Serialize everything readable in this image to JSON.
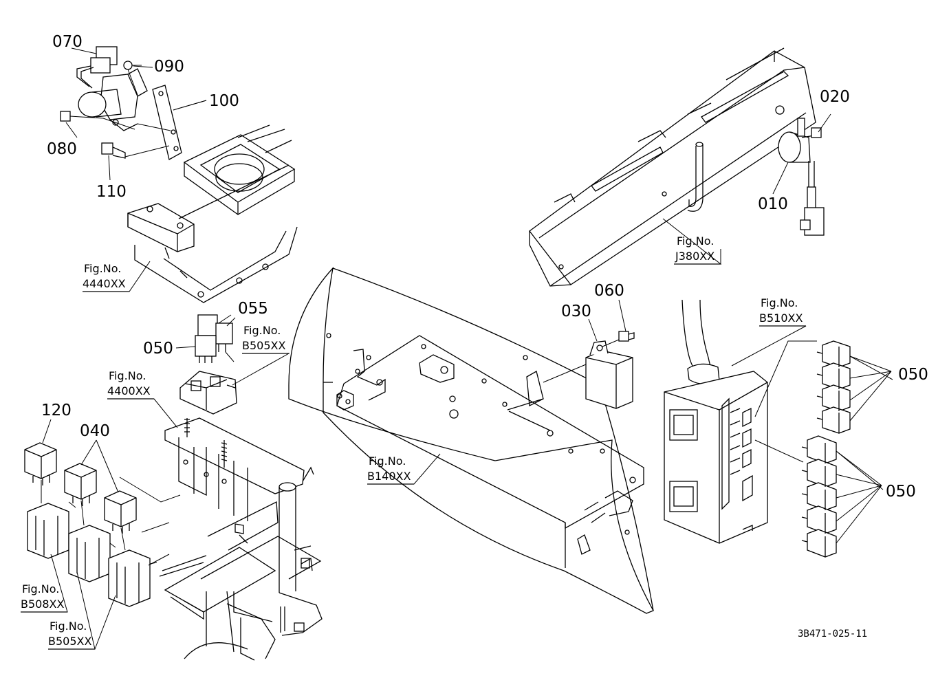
{
  "part_labels": [
    {
      "id": "070",
      "text": "070"
    },
    {
      "id": "090",
      "text": "090"
    },
    {
      "id": "100",
      "text": "100"
    },
    {
      "id": "080",
      "text": "080"
    },
    {
      "id": "110",
      "text": "110"
    },
    {
      "id": "020",
      "text": "020"
    },
    {
      "id": "010",
      "text": "010"
    },
    {
      "id": "055",
      "text": "055"
    },
    {
      "id": "050a",
      "text": "050"
    },
    {
      "id": "060",
      "text": "060"
    },
    {
      "id": "030",
      "text": "030"
    },
    {
      "id": "120",
      "text": "120"
    },
    {
      "id": "040",
      "text": "040"
    },
    {
      "id": "050b",
      "text": "050"
    },
    {
      "id": "050c",
      "text": "050"
    }
  ],
  "figure_refs": [
    {
      "id": "j380",
      "line1": "Fig.No.",
      "line2": "J380XX"
    },
    {
      "id": "4440",
      "line1": "Fig.No.",
      "line2": "4440XX"
    },
    {
      "id": "b505a",
      "line1": "Fig.No.",
      "line2": "B505XX"
    },
    {
      "id": "b510",
      "line1": "Fig.No.",
      "line2": "B510XX"
    },
    {
      "id": "4400",
      "line1": "Fig.No.",
      "line2": "4400XX"
    },
    {
      "id": "b140",
      "line1": "Fig.No.",
      "line2": "B140XX"
    },
    {
      "id": "b508",
      "line1": "Fig.No.",
      "line2": "B508XX"
    },
    {
      "id": "b505b",
      "line1": "Fig.No.",
      "line2": "B505XX"
    }
  ],
  "drawing_code": "3B471-025-11"
}
